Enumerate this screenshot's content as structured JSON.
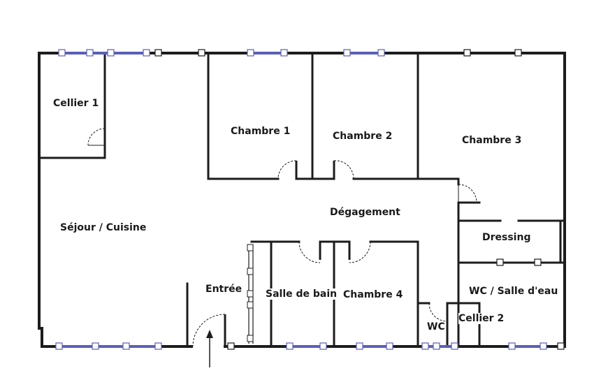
{
  "rooms": {
    "cellier_1": "Cellier 1",
    "chambre_1": "Chambre 1",
    "chambre_2": "Chambre 2",
    "chambre_3": "Chambre 3",
    "degagement": "Dégagement",
    "sejour_cuisine": "Séjour / Cuisine",
    "dressing": "Dressing",
    "entree": "Entrée",
    "salle_de_bain": "Salle de bain",
    "chambre_4": "Chambre 4",
    "wc_salle_eau": "WC / Salle d'eau",
    "wc": "WC",
    "cellier_2": "Cellier 2"
  },
  "colors": {
    "wall": "#1c1c1c",
    "window_glass": "#5a5fb8",
    "window_marker": "#ffffff"
  }
}
